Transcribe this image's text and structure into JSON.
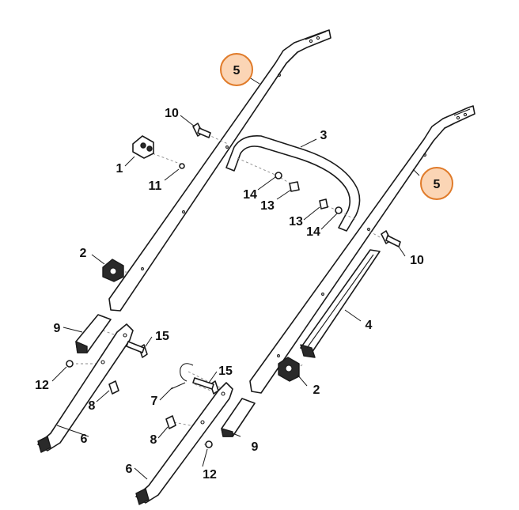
{
  "highlight_color": "#e07b2a",
  "highlight_fill": "#fbd5b5",
  "callouts": {
    "c5a": "5",
    "c5b": "5",
    "c10a": "10",
    "c10b": "10",
    "c3": "3",
    "c1": "1",
    "c11": "11",
    "c14a": "14",
    "c13a": "13",
    "c13b": "13",
    "c14b": "14",
    "c2a": "2",
    "c2b": "2",
    "c4": "4",
    "c9a": "9",
    "c9b": "9",
    "c15a": "15",
    "c15b": "15",
    "c12a": "12",
    "c12b": "12",
    "c8a": "8",
    "c8b": "8",
    "c7": "7",
    "c6a": "6",
    "c6b": "6"
  }
}
